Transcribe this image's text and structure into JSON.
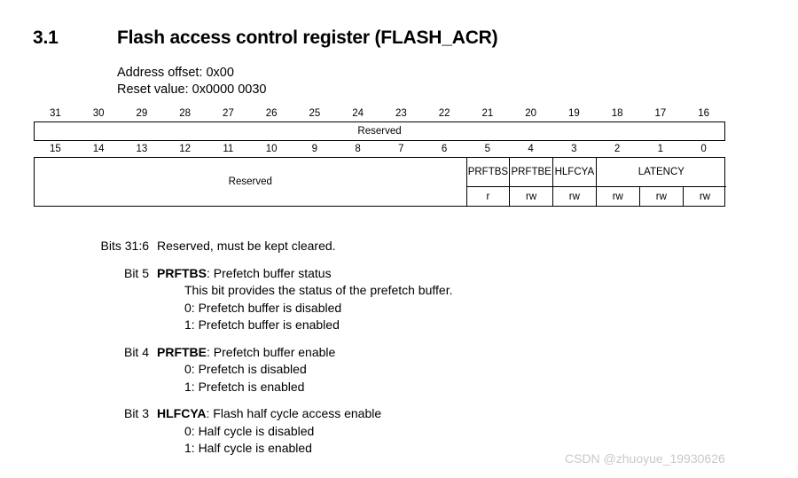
{
  "heading": {
    "number": "3.1",
    "title": "Flash access control register (FLASH_ACR)"
  },
  "meta": {
    "address_offset": "Address offset: 0x00",
    "reset_value": "Reset value: 0x0000 0030"
  },
  "register_table": {
    "high_bits": [
      "31",
      "30",
      "29",
      "28",
      "27",
      "26",
      "25",
      "24",
      "23",
      "22",
      "21",
      "20",
      "19",
      "18",
      "17",
      "16"
    ],
    "low_bits": [
      "15",
      "14",
      "13",
      "12",
      "11",
      "10",
      "9",
      "8",
      "7",
      "6",
      "5",
      "4",
      "3",
      "2",
      "1",
      "0"
    ],
    "high_row": {
      "field_label": "Reserved"
    },
    "low_row": {
      "fields": [
        {
          "name": "Reserved",
          "span": 10,
          "access": "",
          "access_cells": []
        },
        {
          "name": "PRFT BS",
          "span": 1,
          "access": "r",
          "access_cells": [
            "r"
          ]
        },
        {
          "name": "PRFT BE",
          "span": 1,
          "access": "rw",
          "access_cells": [
            "rw"
          ]
        },
        {
          "name": "HLF CYA",
          "span": 1,
          "access": "rw",
          "access_cells": [
            "rw"
          ]
        },
        {
          "name": "LATENCY",
          "span": 3,
          "access": "",
          "access_cells": [
            "rw",
            "rw",
            "rw"
          ]
        }
      ]
    }
  },
  "descriptions": [
    {
      "label": "Bits 31:6",
      "title_bold": "",
      "title_rest": "Reserved, must be kept cleared.",
      "lines": []
    },
    {
      "label": "Bit 5",
      "title_bold": "PRFTBS",
      "title_rest": ": Prefetch buffer status",
      "lines": [
        "This bit provides the status of the prefetch buffer.",
        "0: Prefetch buffer is disabled",
        "1: Prefetch buffer is enabled"
      ]
    },
    {
      "label": "Bit 4",
      "title_bold": "PRFTBE",
      "title_rest": ": Prefetch buffer enable",
      "lines": [
        "0: Prefetch is disabled",
        "1: Prefetch is enabled"
      ]
    },
    {
      "label": "Bit 3",
      "title_bold": "HLFCYA",
      "title_rest": ": Flash half cycle access enable",
      "lines": [
        "0: Half cycle is disabled",
        "1: Half cycle is enabled"
      ]
    }
  ],
  "watermark": {
    "text": "CSDN @zhuoyue_19930626",
    "color": "#c9c9c9"
  }
}
